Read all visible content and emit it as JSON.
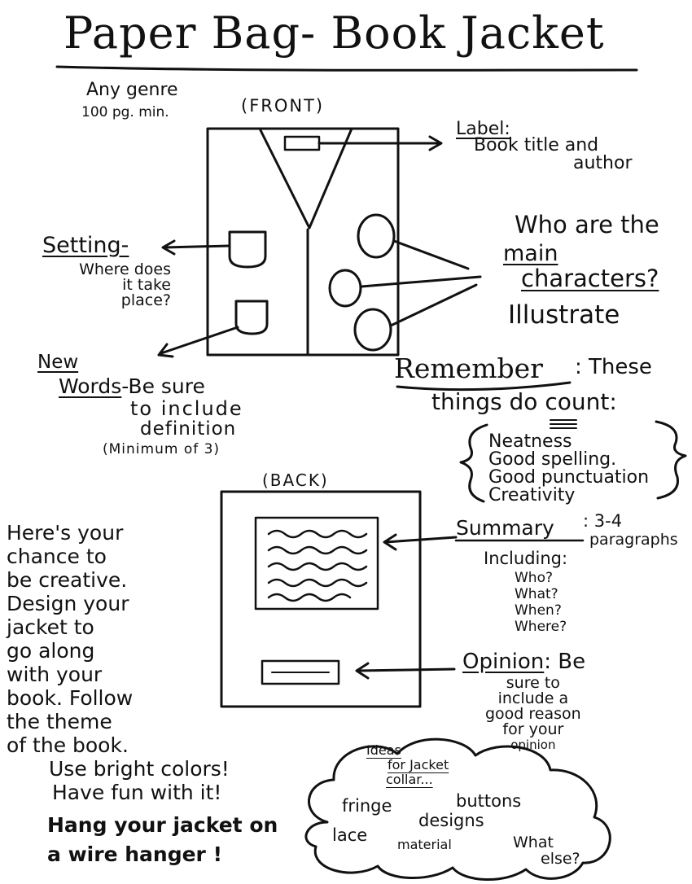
{
  "title": "Paper Bag- Book Jacket",
  "requirements": [
    "Any genre",
    "100 pg. min."
  ],
  "front": {
    "heading": "(FRONT)",
    "label": {
      "name": "Label:",
      "line1": "Book title and",
      "line2": "author"
    },
    "setting": {
      "name": "Setting-",
      "lines": [
        "Where does",
        "it take",
        "place?"
      ]
    },
    "characters": {
      "line1": "Who are the",
      "main": "main",
      "characters": "characters?",
      "action": "Illustrate"
    },
    "new_words": {
      "new": "New",
      "words": "Words",
      "rest": "-Be sure",
      "line2": "to include",
      "line3": "definition",
      "line4": "(Minimum of 3)"
    }
  },
  "remember": {
    "word": "Remember",
    "rest1": ": These",
    "line2a": "things",
    "do": "do",
    "line2b": "count:",
    "items": [
      "Neatness",
      "Good spelling.",
      "Good punctuation",
      "Creativity"
    ]
  },
  "back": {
    "heading": "(BACK)",
    "summary": {
      "name": "Summary",
      "rest": ": 3-4",
      "paragraphs": "paragraphs",
      "including": "Including:",
      "questions": [
        "Who?",
        "What?",
        "When?",
        "Where?"
      ]
    },
    "opinion": {
      "name": "Opinion",
      "rest": ": Be",
      "lines": [
        "sure to",
        "include a",
        "good reason",
        "for your",
        "opinion"
      ]
    }
  },
  "creative_note": [
    "Here's your",
    "chance to",
    "be creative.",
    "Design your",
    "jacket to",
    "go along",
    "with your",
    "book. Follow",
    "the theme",
    "of the book.",
    "Use bright colors!",
    "Have fun with it!"
  ],
  "hang_note": [
    "Hang your jacket on",
    "a wire hanger !"
  ],
  "ideas": {
    "heading1": "Ideas",
    "heading2": "for Jacket",
    "heading3": "collar...",
    "words": [
      "fringe",
      "buttons",
      "lace",
      "designs",
      "material",
      "What",
      "else?"
    ]
  }
}
